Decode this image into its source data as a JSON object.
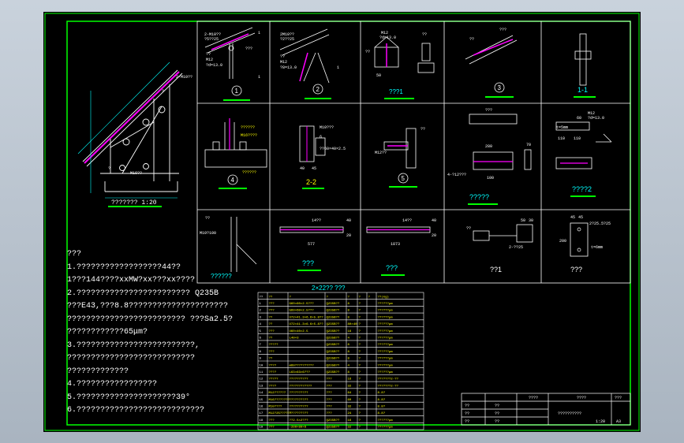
{
  "colors": {
    "frame": "#00ff00",
    "line": "#ffffff",
    "dim": "#00ffff",
    "highlight": "#ff00ff",
    "text": "#ffff00",
    "bar": "#00ff00"
  },
  "main": {
    "title": "??????? 1:20"
  },
  "panels": [
    {
      "id": "p1",
      "label": "1",
      "ann": [
        "2-M10??",
        "?5??25",
        "??",
        "M12",
        "?d=13.0",
        "???",
        "1",
        "1"
      ]
    },
    {
      "id": "p2",
      "label": "2",
      "ann": [
        "2M10??",
        "?2??25",
        "??",
        "M12",
        "?8=13.0",
        "1"
      ]
    },
    {
      "id": "p3",
      "label": "???1",
      "ann": [
        "M12",
        "?d=13.0",
        "??",
        "50",
        "??"
      ]
    },
    {
      "id": "p4",
      "label": "3",
      "ann": [
        "???",
        "??"
      ]
    },
    {
      "id": "p5",
      "label": "1-1",
      "ann": []
    },
    {
      "id": "p6",
      "label": "4",
      "ann": [
        "??????",
        "M16????",
        "??????"
      ]
    },
    {
      "id": "p7",
      "label": "2-2",
      "ann": [
        "M10???",
        "6",
        "??60×40×2.5",
        "40",
        "45"
      ]
    },
    {
      "id": "p8",
      "label": "5",
      "ann": [
        "M12??",
        "??"
      ]
    },
    {
      "id": "p9",
      "label": "?????",
      "ann": [
        "???",
        "280",
        "70",
        "4-?12???",
        "100"
      ]
    },
    {
      "id": "p10",
      "label": "????2",
      "ann": [
        "M12",
        "?d=13.0",
        "110",
        "110",
        "60",
        "t=5mm"
      ]
    },
    {
      "id": "p11",
      "label": "??????",
      "ann": [
        "??",
        "M10?100"
      ]
    },
    {
      "id": "p12",
      "label": "???",
      "ann": [
        "14??",
        "40",
        "577",
        "20"
      ]
    },
    {
      "id": "p13",
      "label": "???",
      "ann": [
        "14??",
        "40",
        "1873",
        "20"
      ]
    },
    {
      "id": "p14",
      "label": "??1",
      "ann": [
        "50",
        "30",
        "??",
        "2-??25"
      ]
    },
    {
      "id": "p15",
      "label": "???",
      "ann": [
        "45",
        "45",
        "2?25.5?25",
        "200",
        "t=6mm"
      ]
    }
  ],
  "notes": [
    "???",
    "1.??????????????????44??",
    "  1???144????xxMW?xx???xx????",
    "2.????????????????????????  Q235B",
    "  ???E43,???8.8?????????????????????",
    "  ?????????????????????????  ???Sa2.5?",
    "  ????????????65μm?",
    "3.?????????????????????????,",
    "  ???????????????????????????",
    "  ?????????????",
    "4.?????????????????",
    "5.?????????????????????39°",
    "6.???????????????????????????"
  ],
  "bom": {
    "title": "2×22??  ???",
    "headers": [
      "??",
      "??",
      "?",
      "?",
      "?",
      "?",
      "?",
      "??(kg)",
      "?"
    ],
    "rows": [
      [
        "1",
        "???",
        "G60×60×2.5???",
        "Q235B??",
        "8",
        "?",
        "",
        "??????μm"
      ],
      [
        "2",
        "???",
        "G60×60×2.5???",
        "Q235B??",
        "8",
        "?",
        "",
        "??????μm"
      ],
      [
        "3",
        "??",
        "U72×41.3×6.6×5.8??",
        "Q235B??",
        "8",
        "?",
        "",
        "??????μm"
      ],
      [
        "4",
        "??",
        "U72×41.3×6.6×5.8??",
        "Q235B??",
        "80×40",
        "?",
        "",
        "??????μm"
      ],
      [
        "5",
        "???",
        "U60×40×2.5",
        "Q235B??",
        "16",
        "?",
        "",
        "??????μm"
      ],
      [
        "6",
        "??",
        "L40×3",
        "Q235B??",
        "4",
        "?",
        "",
        "??????μm"
      ],
      [
        "7",
        "?????",
        "",
        "Q235B??",
        "8",
        "?",
        "",
        "??????μm"
      ],
      [
        "8",
        "???",
        "",
        "Q235B??",
        "8",
        "?",
        "",
        "??????μm"
      ],
      [
        "9",
        "??",
        "",
        "Q235B??",
        "8",
        "?",
        "",
        "??????μm"
      ],
      [
        "10",
        "????",
        "ø60??????????",
        "Q235B??",
        "4",
        "?",
        "",
        "??????μm"
      ],
      [
        "11",
        "????",
        "L63×63×6???",
        "Q235B??",
        "8",
        "?",
        "",
        "??????μm"
      ],
      [
        "12",
        "?????",
        "??????????",
        "???",
        "16",
        "?",
        "",
        "???????2-??"
      ],
      [
        "13",
        "????",
        "????????????",
        "???",
        "32",
        "?",
        "",
        "???????2-??"
      ],
      [
        "14",
        "M12??????",
        "??????????",
        "???",
        "64",
        "?",
        "",
        "8.8?"
      ],
      [
        "15",
        "M16????????",
        "??????????",
        "???",
        "60",
        "?",
        "",
        "8.8?"
      ],
      [
        "16",
        "M10????",
        "??????????",
        "???",
        "32",
        "?",
        "",
        "8.8?"
      ],
      [
        "17",
        "M12?25??????",
        "??????????",
        "???",
        "24",
        "?",
        "",
        "8.8?"
      ],
      [
        "18",
        "???",
        "??2.5×2???",
        "Q235B??",
        "16",
        "?",
        "",
        "??????μm"
      ],
      [
        "19",
        "???",
        "~200×80×6",
        "Q235B??",
        "32",
        "?",
        "",
        "??????μm"
      ]
    ]
  },
  "titleblock": {
    "company": "????",
    "project": "????",
    "sheetno": "???",
    "drawing": "??????????",
    "labels": [
      "??",
      "??",
      "??",
      "??",
      "??",
      "??"
    ],
    "scale": "1:20",
    "sheet": "A3"
  }
}
